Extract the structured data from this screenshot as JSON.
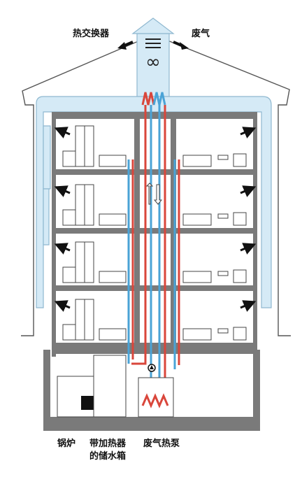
{
  "labels": {
    "heat_exchanger": "热交换器",
    "exhaust_air": "废气",
    "boiler": "锅炉",
    "storage_tank_line1": "带加热器",
    "storage_tank_line2": "的储水箱",
    "exhaust_heat_pump": "废气热泵"
  },
  "colors": {
    "wall": "#7d7d7d",
    "slab": "#6f6f6f",
    "duct": "#d5eaf6",
    "duct_edge": "#8fb8d0",
    "hot_pipe": "#d9463b",
    "cold_pipe": "#4aa3d6",
    "roof_line": "#555555"
  },
  "icons": [
    "arrow-icon",
    "fan-icon",
    "radiator-icon",
    "stove-icon",
    "toilet-icon",
    "sink-icon",
    "coil-icon",
    "pump-icon"
  ]
}
